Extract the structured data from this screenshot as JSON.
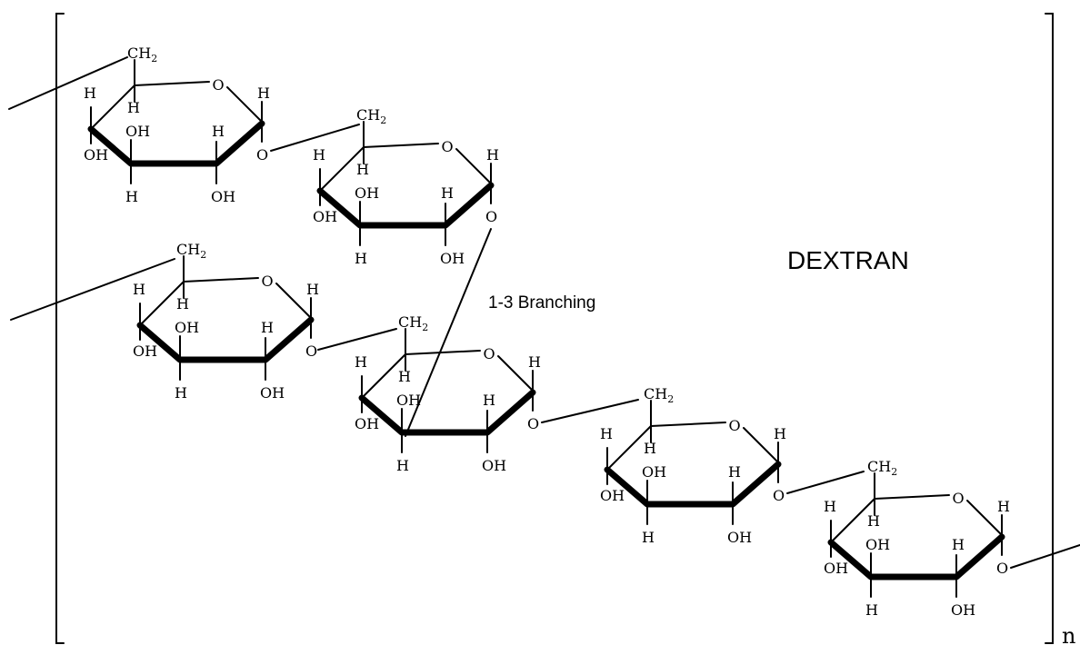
{
  "title": "DEXTRAN",
  "branch_label": "1-3 Branching",
  "repeat_label": "n",
  "atoms": {
    "oxygen": "O",
    "hydrogen": "H",
    "hydroxyl": "OH",
    "methylene": "CH",
    "methylene_sub": "2"
  },
  "rings": [
    {
      "id": "ring-1"
    },
    {
      "id": "ring-2"
    },
    {
      "id": "ring-3"
    },
    {
      "id": "ring-4"
    },
    {
      "id": "ring-5"
    },
    {
      "id": "ring-6"
    }
  ]
}
